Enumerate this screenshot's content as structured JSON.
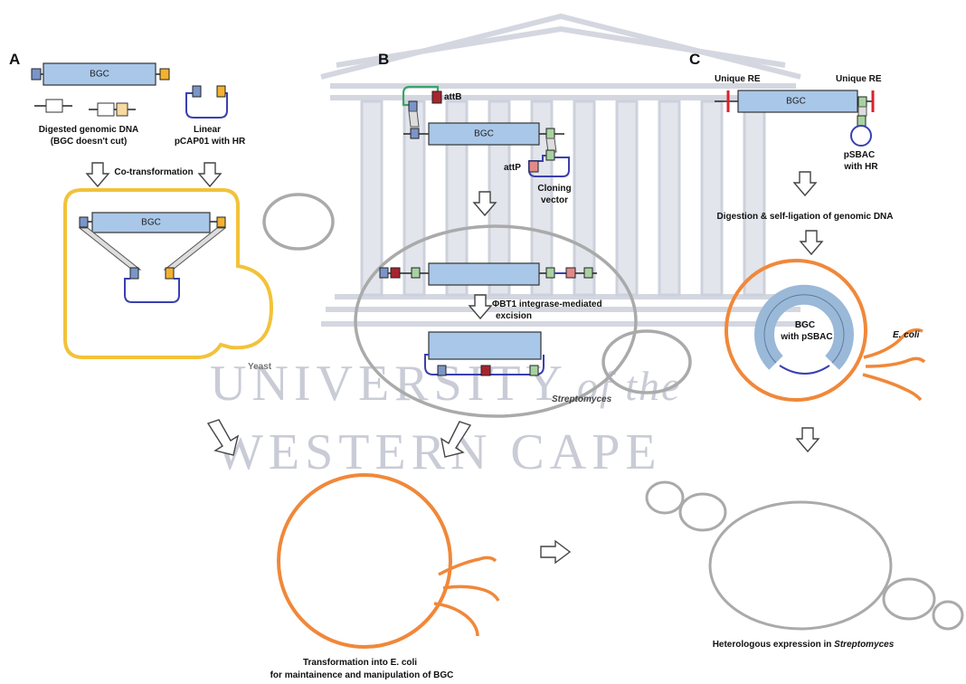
{
  "watermark": {
    "line1": "UNIVERSITY",
    "line1_suffix": "of the",
    "line2": "WESTERN CAPE"
  },
  "panels": {
    "a": {
      "letter": "A",
      "bgc": "BGC",
      "bgc_yeast": "BGC",
      "digested": "Digested genomic DNA",
      "not_cut": "(BGC doesn't cut)",
      "linear": "Linear",
      "vector": "pCAP01 with HR",
      "cotransform": "Co-transformation",
      "host": "Yeast"
    },
    "b": {
      "letter": "B",
      "attB": "attB",
      "bgc": "BGC",
      "attP": "attP",
      "cloning1": "Cloning",
      "cloning2": "vector",
      "integrase1": "ΦBT1 integrase-mediated",
      "integrase2": "excision",
      "host": "Streptomyces"
    },
    "c": {
      "letter": "C",
      "re_left": "Unique RE",
      "re_right": "Unique RE",
      "bgc": "BGC",
      "psbac1": "pSBAC",
      "psbac2": "with HR",
      "digest": "Digestion & self-ligation of genomic DNA",
      "bgc_with1": "BGC",
      "bgc_with2": "with pSBAC",
      "ecoli": "E. coli"
    }
  },
  "bottom": {
    "transform1": "Transformation into E. coli",
    "transform2": "for maintainence and manipulation of BGC",
    "hetero_prefix": "Heterologous expression in ",
    "hetero_host": "Streptomyces"
  },
  "colors": {
    "bgc_fill": "#a9c7e8",
    "bgc_stroke": "#334",
    "orange": "#f0883a",
    "yellow": "#f2c23a",
    "gray_cell": "#b3b3b3",
    "blue_vector": "#3a3fb0",
    "green_vector": "#3aa36a",
    "attB_red": "#a8242f",
    "attP_pink": "#e08a8a",
    "marker_blue": "#7b95c9",
    "marker_green": "#a7d2a0",
    "marker_orange": "#f2b230",
    "watermark": "#c9ccd6"
  }
}
